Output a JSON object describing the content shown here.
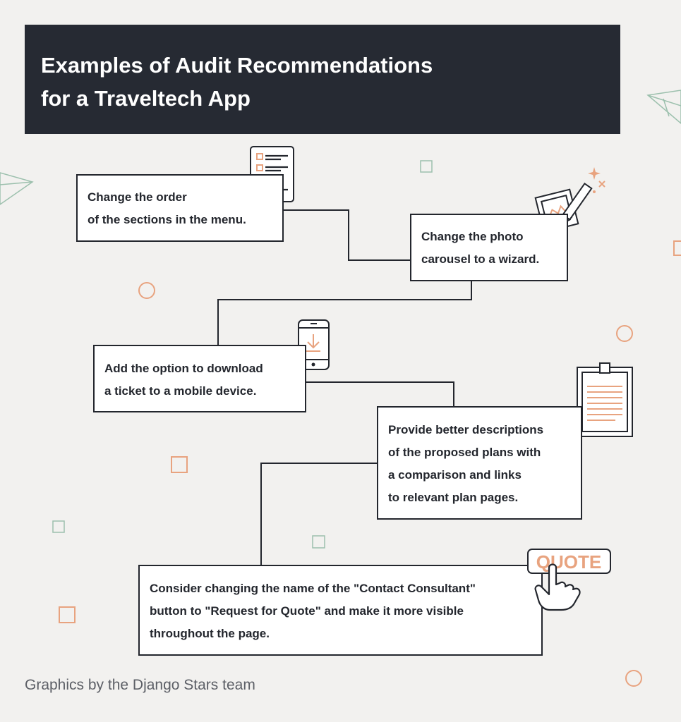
{
  "header": {
    "title": "Examples of Audit Recommendations\nfor a Traveltech App"
  },
  "steps": [
    {
      "text": "Change the order\nof the sections in the menu.",
      "icon": "checklist-icon"
    },
    {
      "text": "Change the photo\ncarousel to a wizard.",
      "icon": "photo-edit-icon"
    },
    {
      "text": "Add the option to download\na ticket to a mobile device.",
      "icon": "mobile-download-icon"
    },
    {
      "text": "Provide better descriptions\nof the proposed plans with\na comparison and links\nto relevant plan pages.",
      "icon": "clipboard-document-icon"
    },
    {
      "text": "Consider changing the name of the \"Contact Consultant\"\nbutton to \"Request for Quote\" and make it more visible\nthroughout the page.",
      "icon": "quote-button-click-icon"
    }
  ],
  "quote_button_label": "QUOTE",
  "footer": {
    "credit": "Graphics by the Django Stars team"
  },
  "colors": {
    "background": "#f2f1ef",
    "header_bg": "#262a33",
    "outline": "#23262d",
    "accent_orange": "#e8a37f",
    "accent_green": "#9cc0ad"
  }
}
